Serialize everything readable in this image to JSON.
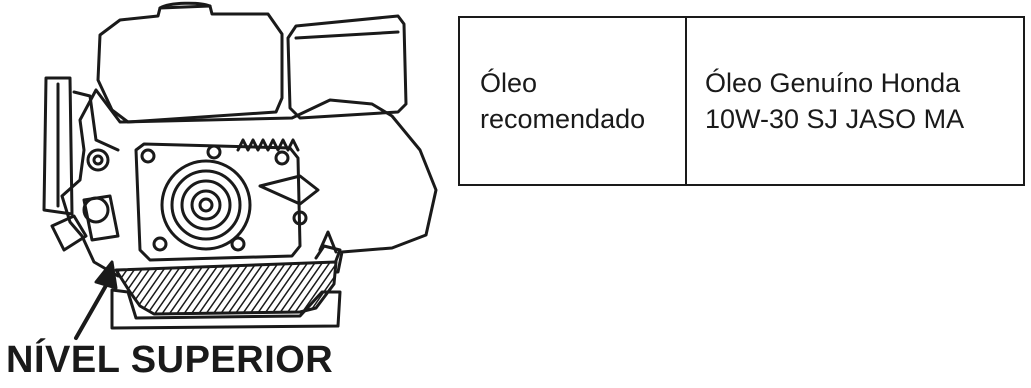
{
  "label": {
    "level": "NÍVEL SUPERIOR"
  },
  "table": {
    "label_lines": [
      "Óleo",
      "recomendado"
    ],
    "value_lines": [
      "Óleo Genuíno Honda",
      "10W-30 SJ JASO MA"
    ]
  },
  "illustration": {
    "subject": "engine-oil-level-diagram",
    "stroke_color": "#1a1a1a",
    "fill_color": "#ffffff"
  }
}
